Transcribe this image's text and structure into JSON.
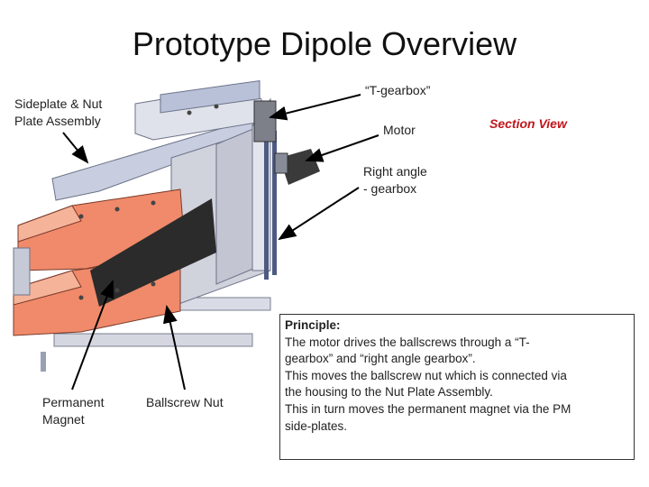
{
  "title": "Prototype Dipole Overview",
  "labels": {
    "sideplate": [
      "Sideplate & Nut",
      "Plate Assembly"
    ],
    "t_gearbox": "“T-gearbox”",
    "motor": "Motor",
    "section_view": "Section View",
    "right_angle": [
      "Right angle",
      "- gearbox"
    ],
    "permanent_magnet": [
      "Permanent",
      "Magnet"
    ],
    "ballscrew_nut": "Ballscrew Nut"
  },
  "principle": {
    "heading": "Principle:",
    "lines": [
      "The motor drives the ballscrews through a “T-",
      "gearbox” and “right angle gearbox”.",
      "This moves the ballscrew nut which is connected via",
      "the housing to the Nut Plate Assembly.",
      "This in turn moves the permanent magnet via the PM",
      "side-plates."
    ]
  },
  "colors": {
    "magnet": "#f08a6a",
    "magnet_light": "#f5b39a",
    "housing": "#c9ccd8",
    "housing_dark": "#9aa0b4",
    "plate": "#a9b7d6",
    "dark_gap": "#2b2b2b",
    "label_red": "#c0161c"
  }
}
